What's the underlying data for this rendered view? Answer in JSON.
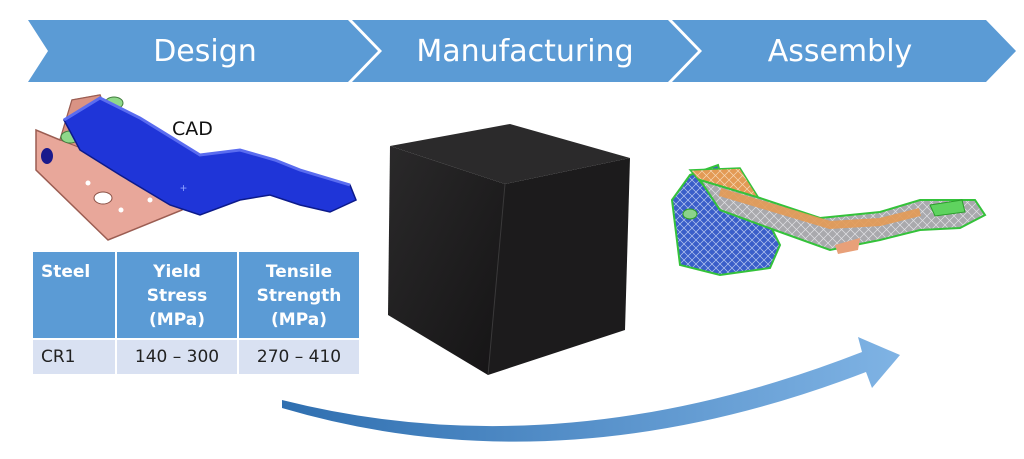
{
  "process_banner": {
    "steps": [
      "Design",
      "Manufacturing",
      "Assembly"
    ]
  },
  "design": {
    "cad_label": "CAD"
  },
  "materials_table": {
    "headers": [
      "Steel",
      "Yield Stress (MPa)",
      "Tensile Strength (MPa)"
    ],
    "header_lines": [
      [
        "Steel"
      ],
      [
        "Yield",
        "Stress",
        "(MPa)"
      ],
      [
        "Tensile",
        "Strength",
        "(MPa)"
      ]
    ],
    "rows": [
      [
        "CR1",
        "140 – 300",
        "270 – 410"
      ]
    ]
  },
  "colors": {
    "banner": "#5b9bd5",
    "table_header": "#5b9bd5",
    "table_row": "#d9e1f2",
    "cad_part_blue": "#1f35d8",
    "bracket_pink": "#e8a79a",
    "cube": "#1c1b1c",
    "mesh_orange": "#e89a4a"
  },
  "icons": [
    "cad-bracket-model",
    "manufacturing-block",
    "assembly-mesh-model",
    "curved-flow-arrow"
  ]
}
